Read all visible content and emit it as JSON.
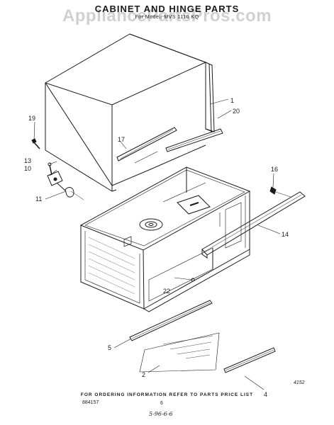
{
  "header": {
    "title": "CABINET AND HINGE PARTS",
    "subtitle": "For Model: MVS 1110 KQ",
    "watermark": "AppliancePartsPros.com"
  },
  "callouts": {
    "c1": "1",
    "c2": "2",
    "c4": "4",
    "c5": "5",
    "c10": "10",
    "c11": "11",
    "c13": "13",
    "c14": "14",
    "c16": "16",
    "c17": "17",
    "c19": "19",
    "c20": "20",
    "c22": "22"
  },
  "footer": {
    "note": "FOR ORDERING INFORMATION REFER TO PARTS PRICE LIST",
    "doc_code": "884157",
    "page_number": "6",
    "handwritten_date": "5-96-6-6",
    "figure_code": "4152"
  }
}
